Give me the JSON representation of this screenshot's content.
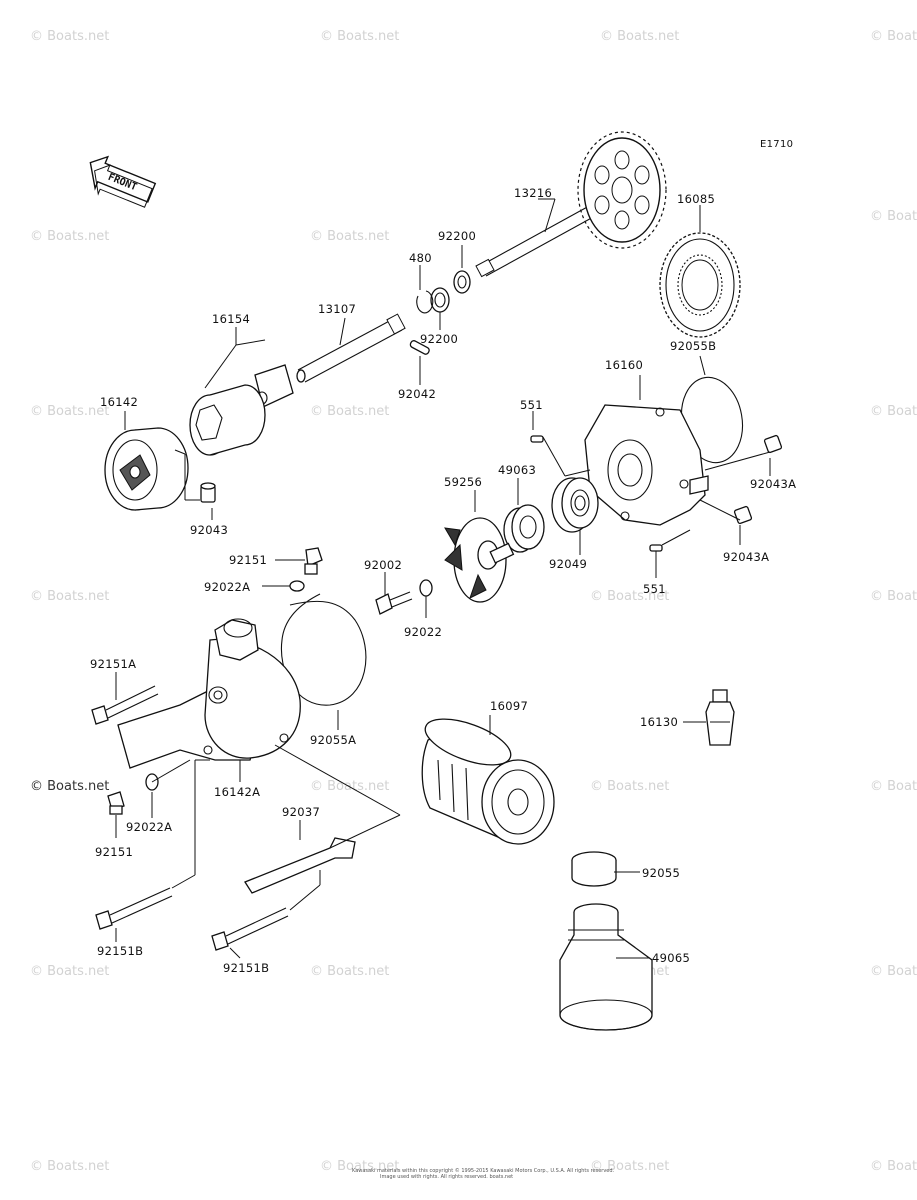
{
  "diagram_code": "E1710",
  "front_label": "FRONT",
  "watermark": "© Boats.net",
  "copyright_lines": [
    "Kawasaki materials within this copyright © 1995-2015 Kawasaki Motors Corp., U.S.A. All rights reserved.",
    "Image used with rights. All rights reserved. boats.net"
  ],
  "parts": {
    "p13216": "13216",
    "p16085": "16085",
    "p92200a": "92200",
    "p480": "480",
    "p92200b": "92200",
    "p13107": "13107",
    "p16154": "16154",
    "p92042": "92042",
    "p16142": "16142",
    "p92043": "92043",
    "p92055B": "92055B",
    "p16160": "16160",
    "p551a": "551",
    "p49063": "49063",
    "p59256": "59256",
    "p92043Aa": "92043A",
    "p92043Ab": "92043A",
    "p92049": "92049",
    "p551b": "551",
    "p92151": "92151",
    "p92022A": "92022A",
    "p92002": "92002",
    "p92022": "92022",
    "p92151A": "92151A",
    "p92055A": "92055A",
    "p16097": "16097",
    "p16130": "16130",
    "p16142A": "16142A",
    "p92037": "92037",
    "p92022Ab": "92022A",
    "p92151b2": "92151",
    "p92055": "92055",
    "p49065": "49065",
    "p92151Ba": "92151B",
    "p92151Bb": "92151B"
  }
}
